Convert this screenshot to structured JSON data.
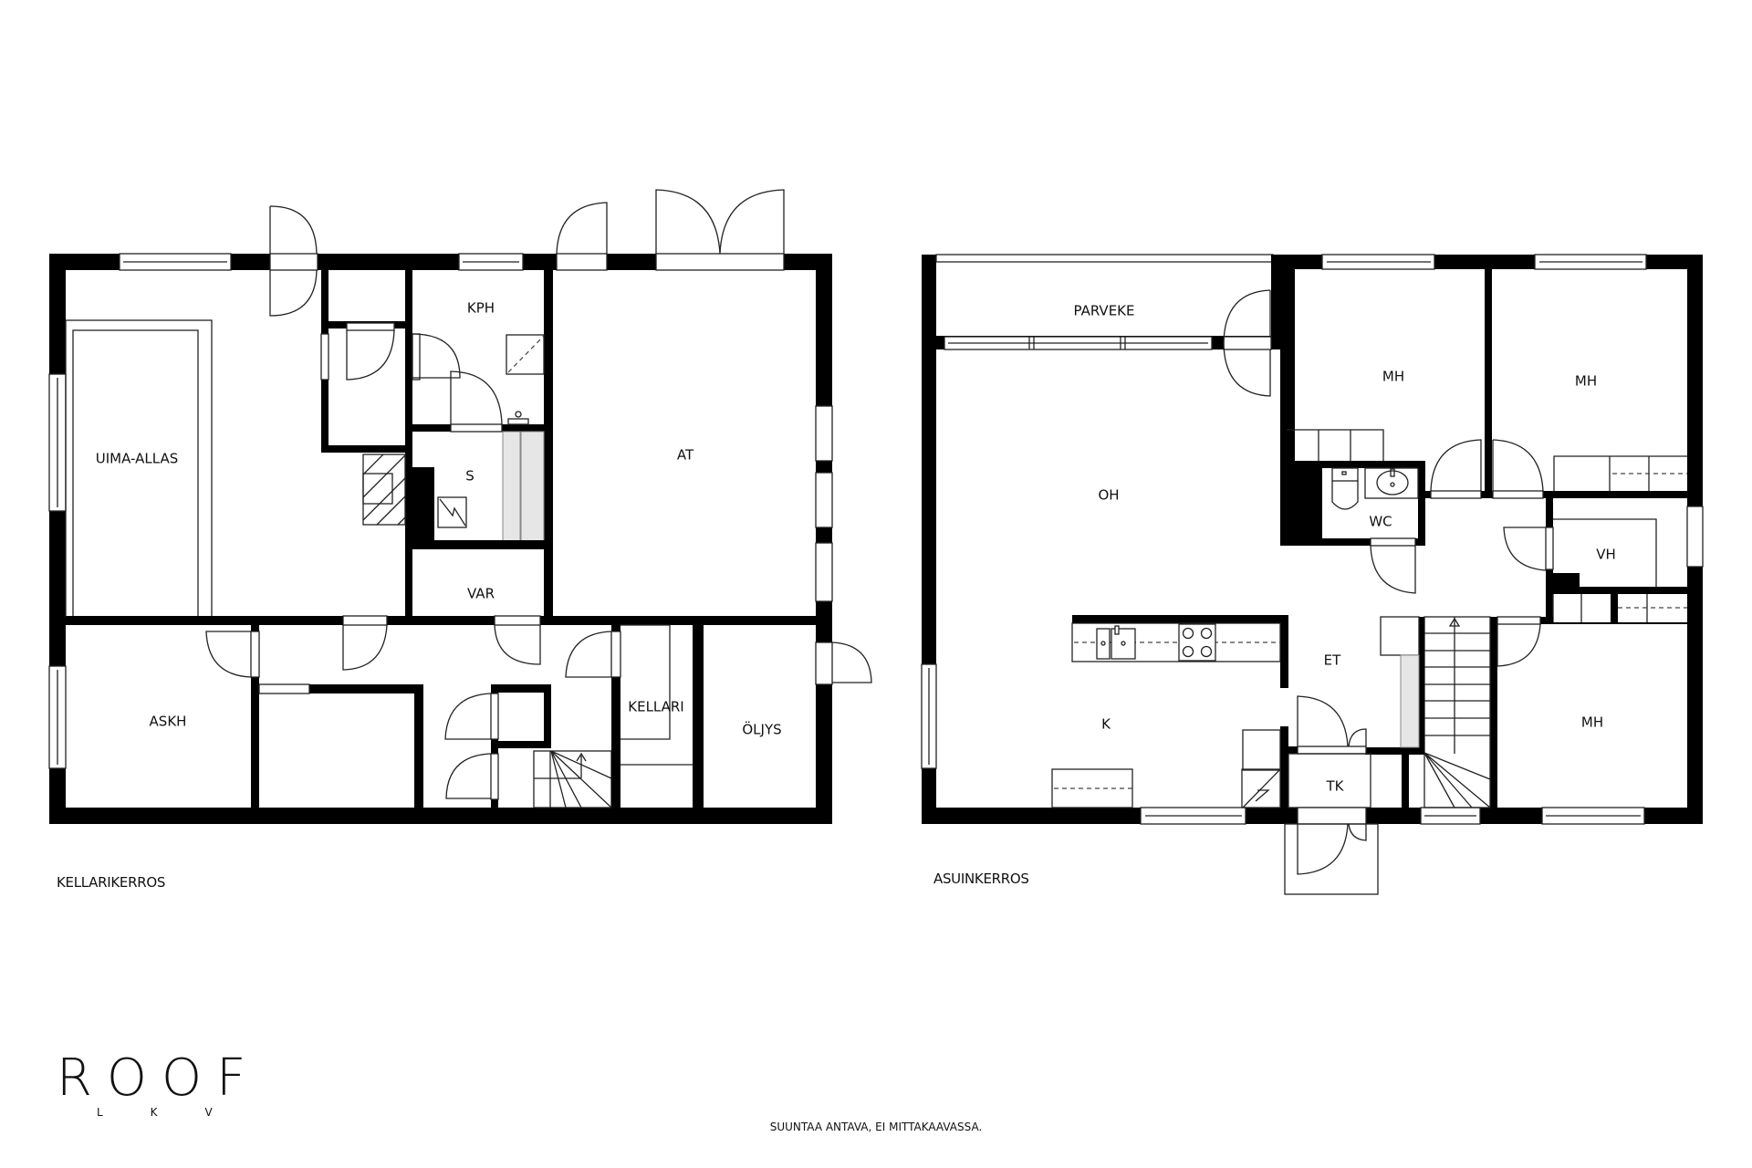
{
  "floors": [
    {
      "name": "KELLARIKERROS",
      "rooms": [
        {
          "label": "UIMA-ALLAS"
        },
        {
          "label": "KPH"
        },
        {
          "label": "S"
        },
        {
          "label": "AT"
        },
        {
          "label": "VAR"
        },
        {
          "label": "ASKH"
        },
        {
          "label": "KELLARI"
        },
        {
          "label": "ÖLJYS"
        }
      ]
    },
    {
      "name": "ASUINKERROS",
      "rooms": [
        {
          "label": "PARVEKE"
        },
        {
          "label": "OH"
        },
        {
          "label": "MH"
        },
        {
          "label": "MH"
        },
        {
          "label": "WC"
        },
        {
          "label": "VH"
        },
        {
          "label": "ET"
        },
        {
          "label": "K"
        },
        {
          "label": "TK"
        },
        {
          "label": "MH"
        }
      ]
    }
  ],
  "logo": {
    "main": "ROOF",
    "sub": "LKV"
  },
  "disclaimer": "SUUNTAA ANTAVA, EI MITTAKAAVASSA.",
  "colors": {
    "wall": "#000000",
    "background": "#ffffff",
    "line": "#222222"
  }
}
